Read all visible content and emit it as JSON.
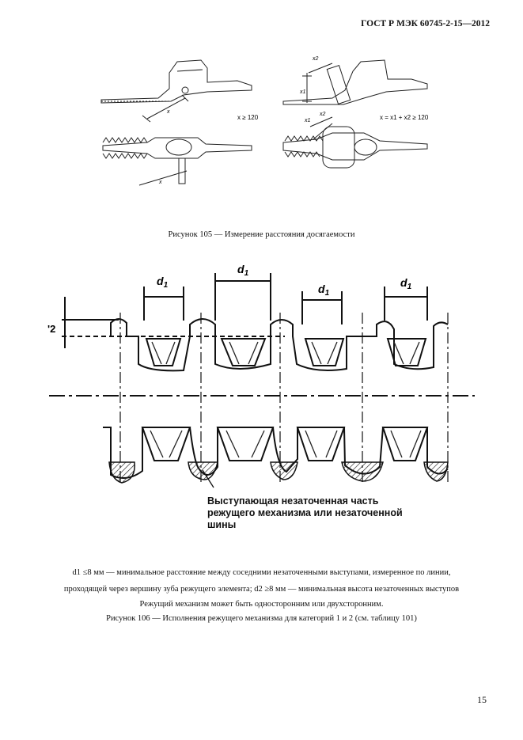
{
  "header": {
    "doc_id": "ГОСТ Р МЭК 60745-2-15—2012"
  },
  "figure105": {
    "caption": "Рисунок 105 — Измерение расстояния досягаемости",
    "labels": {
      "x": "x",
      "x1": "x1",
      "x2": "x2",
      "cond_left": "x ≥ 120",
      "cond_right": "x = x1 + x2 ≥ 120"
    }
  },
  "figure106": {
    "labels": {
      "d": "d",
      "sub1": "1",
      "l2": "'2"
    },
    "note_lines": [
      "Выступающая незаточенная часть",
      "режущего механизма или незаточенной",
      "шины"
    ],
    "desc_line1": "d1 ≤8 мм — минимальное расстояние между соседними незаточенными выступами, измеренное по линии,",
    "desc_line2": "проходящей через вершину зуба режущего элемента; d2 ≥8 мм — минимальная высота незаточенных выступов",
    "desc_line3": "Режущий механизм может быть односторонним или двухсторонним.",
    "caption": "Рисунок 106 — Исполнения режущего механизма для категорий 1 и 2 (см. таблицу 101)"
  },
  "page_number": "15"
}
